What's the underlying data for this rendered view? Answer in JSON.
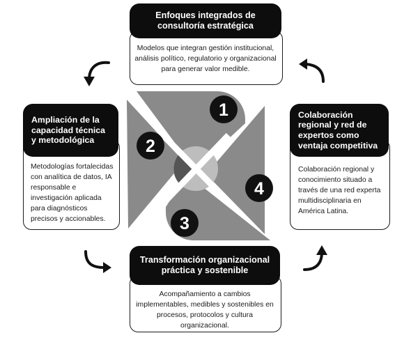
{
  "cards": {
    "top": {
      "title": "Enfoques integrados de consultoría estratégica",
      "body": "Modelos que integran gestión institucional, análisis político, regulatorio y organizacional para generar valor medible."
    },
    "left": {
      "title": "Ampliación de la capacidad técnica y metodológica",
      "body": "Metodologías fortalecidas con analítica de datos, IA responsable e investigación aplicada para diagnósticos precisos y accionables."
    },
    "right": {
      "title": "Colaboración regional y red de expertos como ventaja competitiva",
      "body": "Colaboración regional y conocimiento situado a través de una red experta multidisciplinaria en América Latina."
    },
    "bottom": {
      "title": "Transformación organizacional práctica y sostenible",
      "body": "Acompañamiento a cambios implementables, medibles y sostenibles en procesos, protocolos y cultura organizacional."
    }
  },
  "quadrants": [
    "1",
    "2",
    "3",
    "4"
  ],
  "colors": {
    "header_bg": "#0d0d0d",
    "quadrant_fill": "#8a8a8a",
    "badge_fill": "#111111",
    "center_circle": "#bdbdbd"
  }
}
